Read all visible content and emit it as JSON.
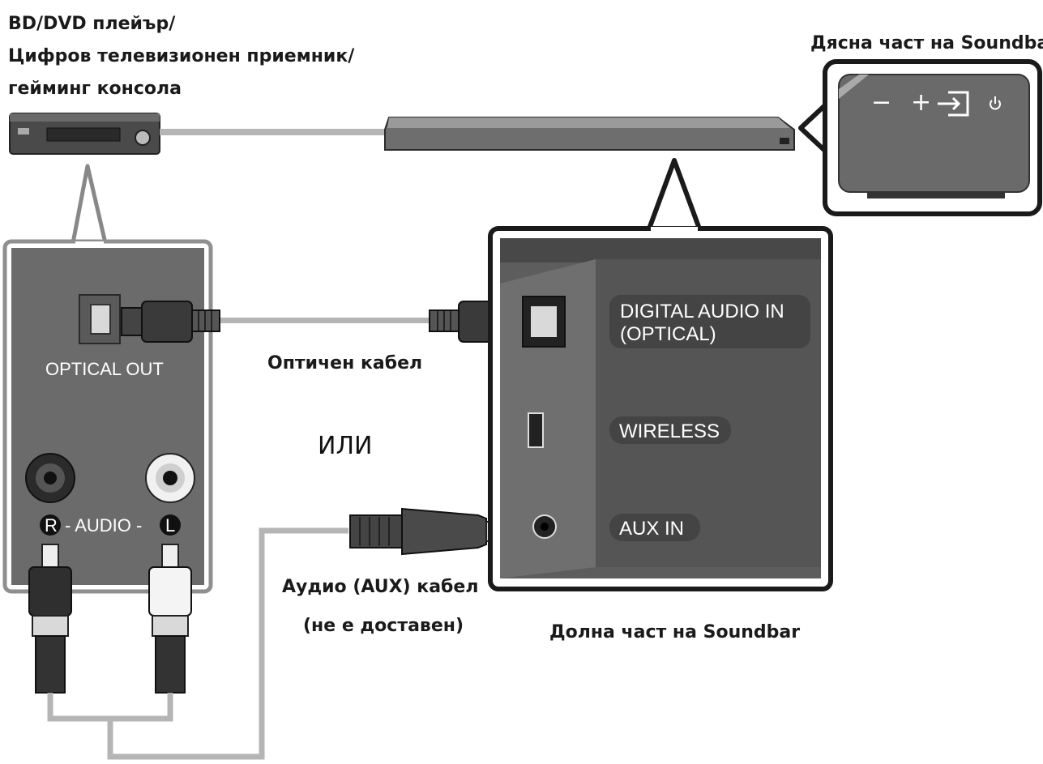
{
  "source_device": {
    "title_lines": [
      "BD/DVD плейър/",
      "Цифров телевизионен приемник/",
      "гейминг консола"
    ],
    "optical_out_label": "OPTICAL OUT",
    "audio_label": "- AUDIO -",
    "audio_r": "R",
    "audio_l": "L"
  },
  "cables": {
    "optical": "Оптичен кабел",
    "or": "ИЛИ",
    "aux_line1": "Аудио (AUX) кабел",
    "aux_line2": "(не е доставен)"
  },
  "soundbar": {
    "right_side_label": "Дясна част на Soundbar",
    "bottom_label": "Долна част на Soundbar",
    "ports": {
      "digital_line1": "DIGITAL AUDIO IN",
      "digital_line2": "(OPTICAL)",
      "wireless": "WIRELESS",
      "aux_in": "AUX IN"
    },
    "buttons": {
      "minus": "−",
      "plus": "+"
    }
  }
}
